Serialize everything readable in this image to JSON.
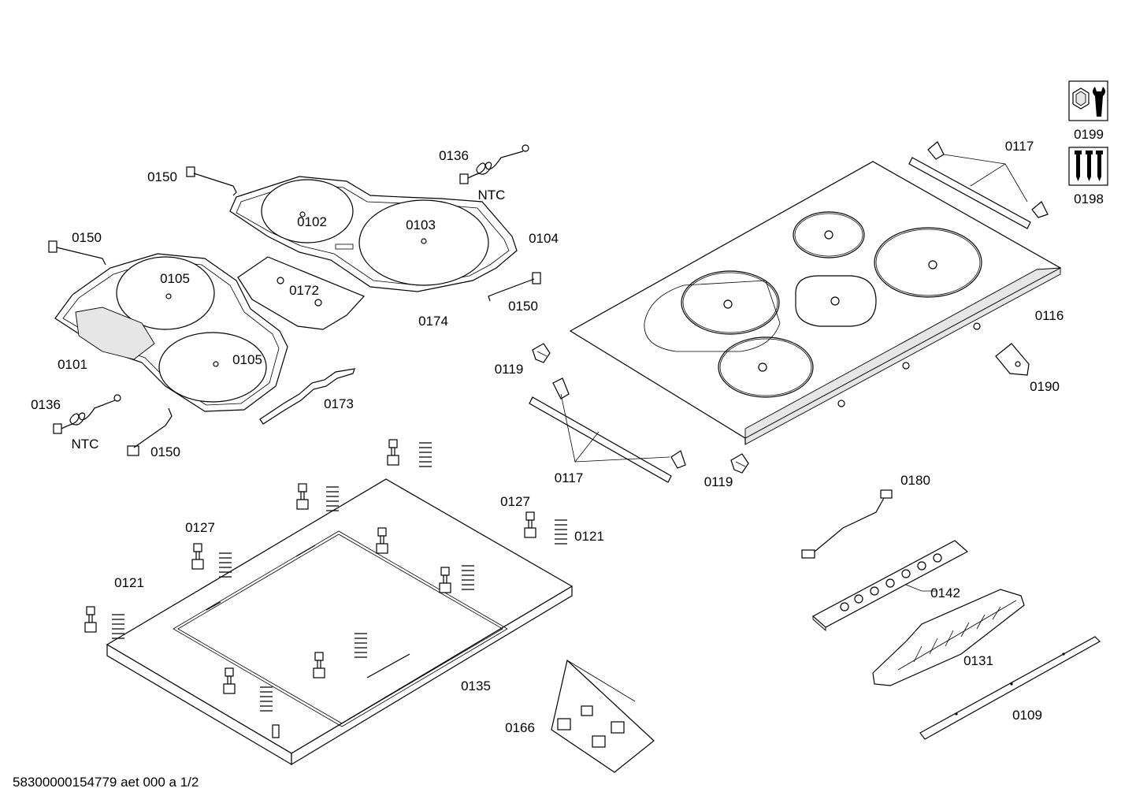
{
  "footer": {
    "document_id": "58300000154779 aet 000 a 1/2"
  },
  "labels": {
    "l0150_a": "0150",
    "l0150_b": "0150",
    "l0150_c": "0150",
    "l0150_d": "0150",
    "l0136_a": "0136",
    "l0136_b": "0136",
    "ntc_a": "NTC",
    "ntc_b": "NTC",
    "l0102": "0102",
    "l0103": "0103",
    "l0104": "0104",
    "l0105_a": "0105",
    "l0105_b": "0105",
    "l0101": "0101",
    "l0172": "0172",
    "l0174": "0174",
    "l0173": "0173",
    "l0119_a": "0119",
    "l0119_b": "0119",
    "l0117_a": "0117",
    "l0117_b": "0117",
    "l0116": "0116",
    "l0190": "0190",
    "l0199": "0199",
    "l0198": "0198",
    "l0127_a": "0127",
    "l0127_b": "0127",
    "l0121_a": "0121",
    "l0121_b": "0121",
    "l0135": "0135",
    "l0166": "0166",
    "l0180": "0180",
    "l0142": "0142",
    "l0131": "0131",
    "l0109": "0109"
  },
  "icons": {
    "tool": "wrench-nut-icon",
    "screws": "screws-icon"
  }
}
